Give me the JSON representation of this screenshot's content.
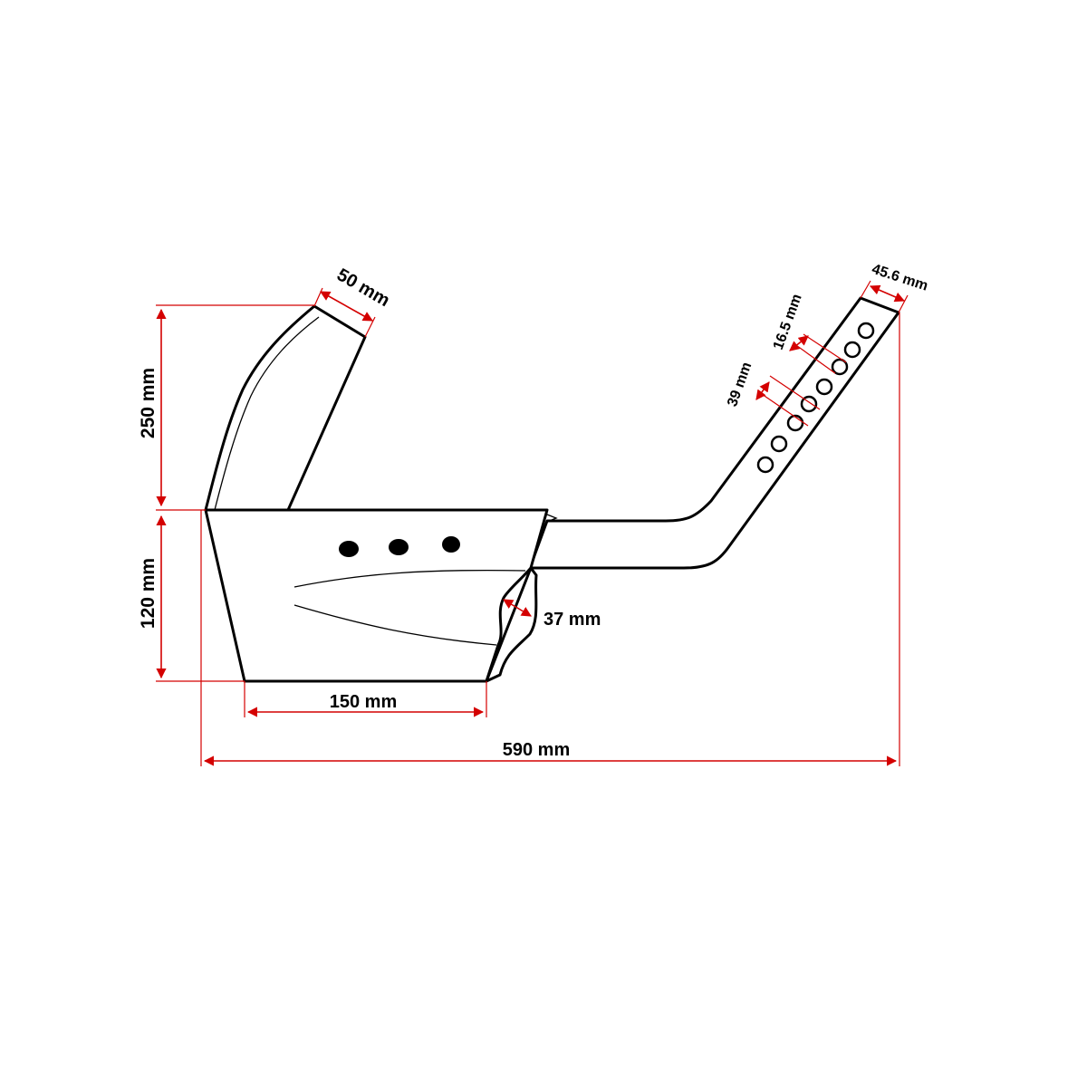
{
  "dimensions": {
    "arm_height": "250 mm",
    "base_height": "120 mm",
    "arm_width": "50 mm",
    "base_width": "150 mm",
    "overall_width": "590 mm",
    "recess_depth": "37 mm",
    "bar_width": "45.6 mm",
    "hole_diameter": "16.5 mm",
    "hole_spacing": "39 mm"
  },
  "colors": {
    "dimension_lines": "#d40000",
    "outline": "#000000",
    "background": "#ffffff"
  }
}
